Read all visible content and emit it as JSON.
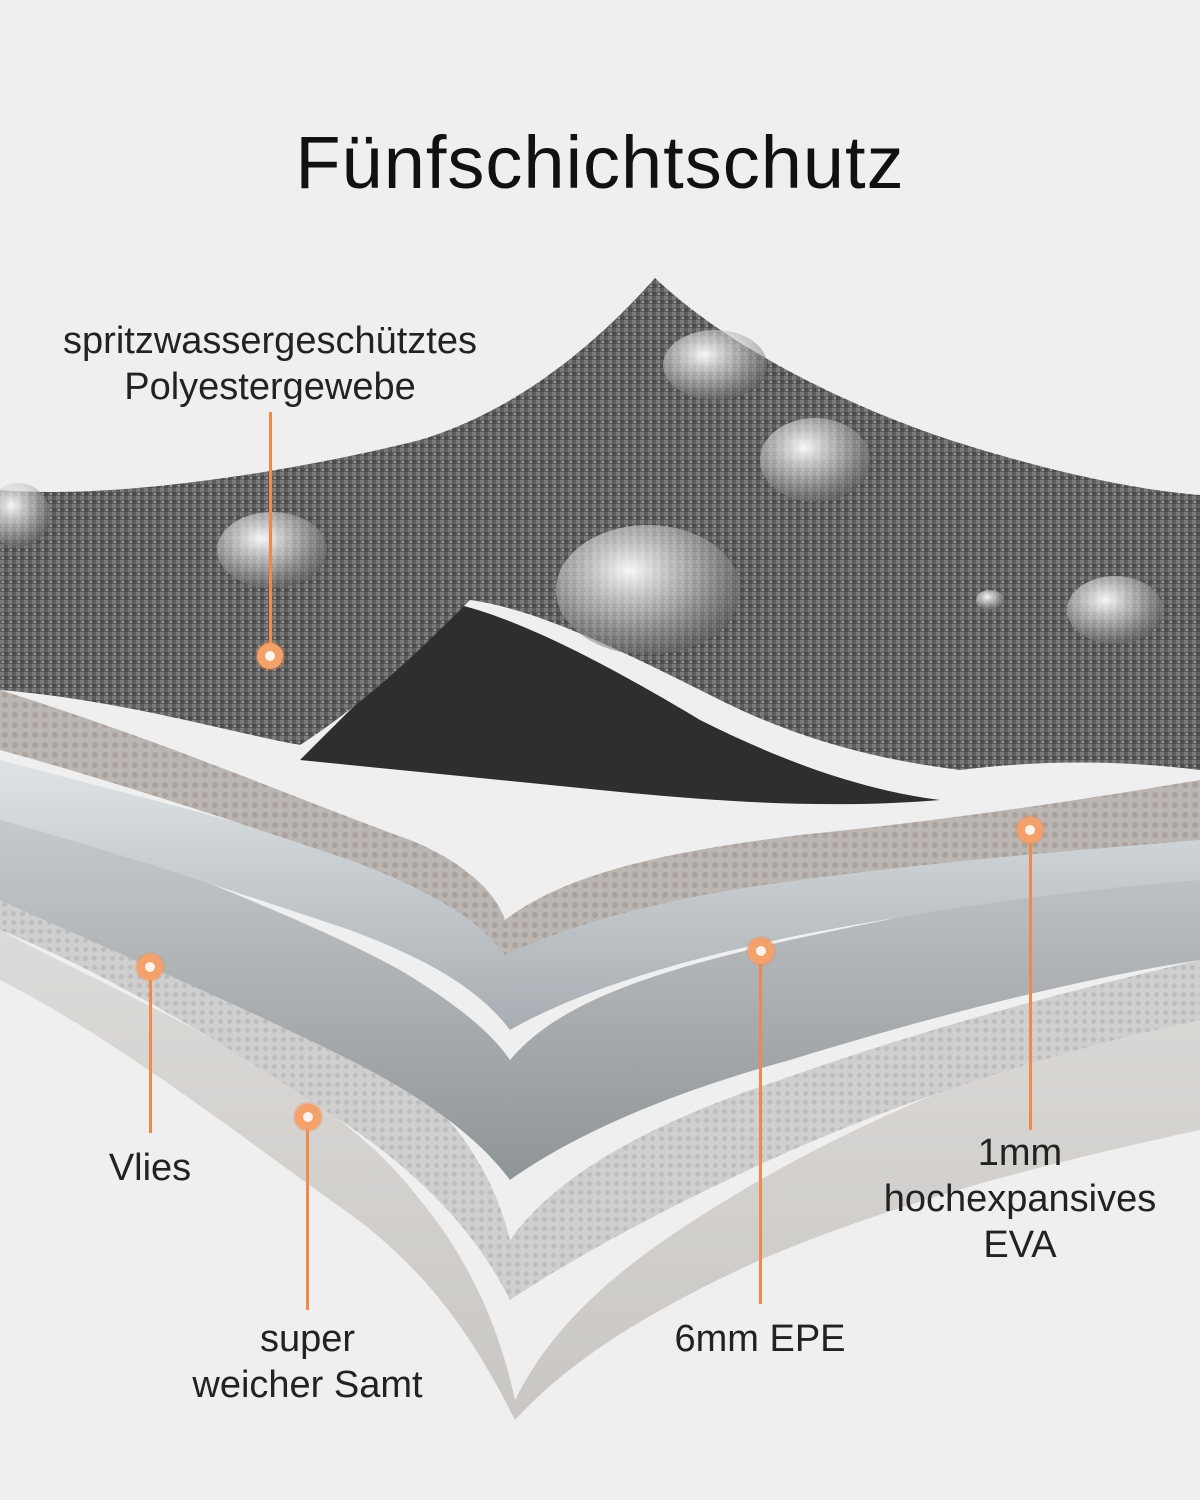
{
  "title": "Fünfschichtschutz",
  "labels": {
    "polyester": [
      "spritzwassergeschütztes",
      "Polyestergewebe"
    ],
    "vlies": "Vlies",
    "samt": [
      "super",
      "weicher Samt"
    ],
    "epe": "6mm EPE",
    "eva": [
      "1mm",
      "hochexpansives",
      "EVA"
    ]
  },
  "colors": {
    "background": "#efefef",
    "accent": "#f08a4b",
    "fabric": "#6b6b6b",
    "velvet": "#d9d7d5"
  }
}
